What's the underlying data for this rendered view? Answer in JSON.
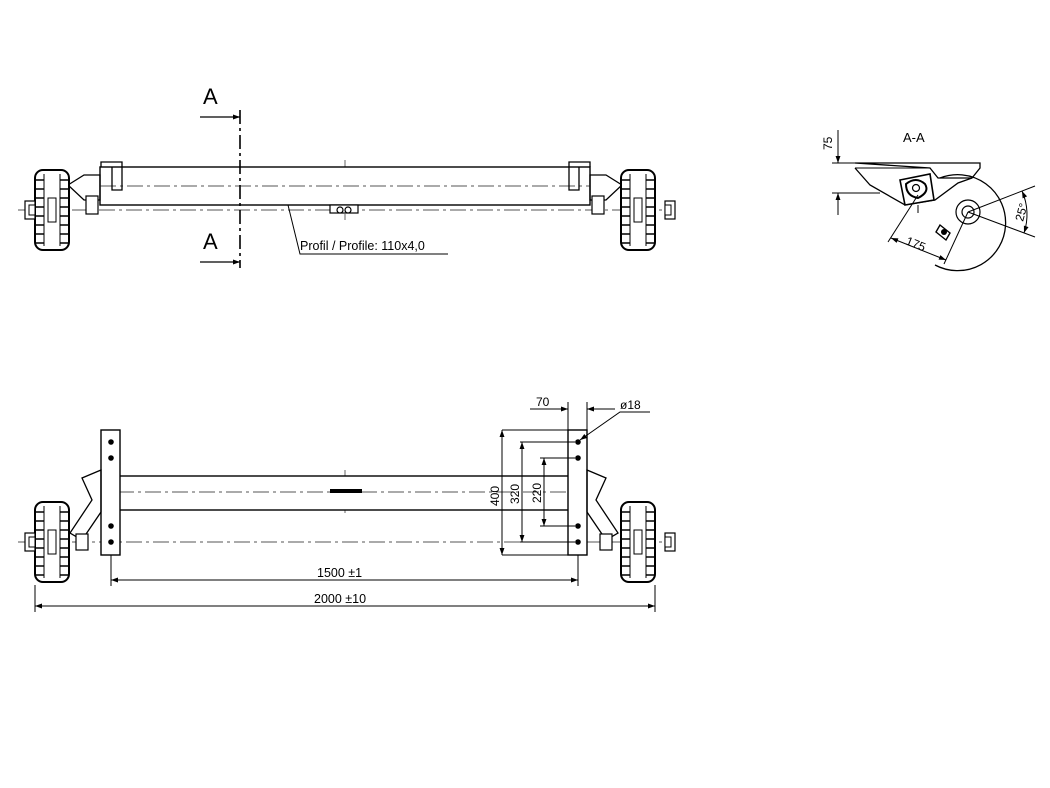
{
  "front_view": {
    "section_letter_top": "A",
    "section_letter_bottom": "A",
    "profile_label": "Profil / Profile: 110x4,0"
  },
  "section_view": {
    "title": "A-A",
    "dim_height": "75",
    "dim_offset": "175",
    "dim_angle": "25°"
  },
  "plan_view": {
    "dim_plate_width": "70",
    "dim_hole_diameter": "ø18",
    "dim_400": "400",
    "dim_320": "320",
    "dim_220": "220",
    "dim_track": "1500 ±1",
    "dim_overall": "2000 ±10"
  }
}
